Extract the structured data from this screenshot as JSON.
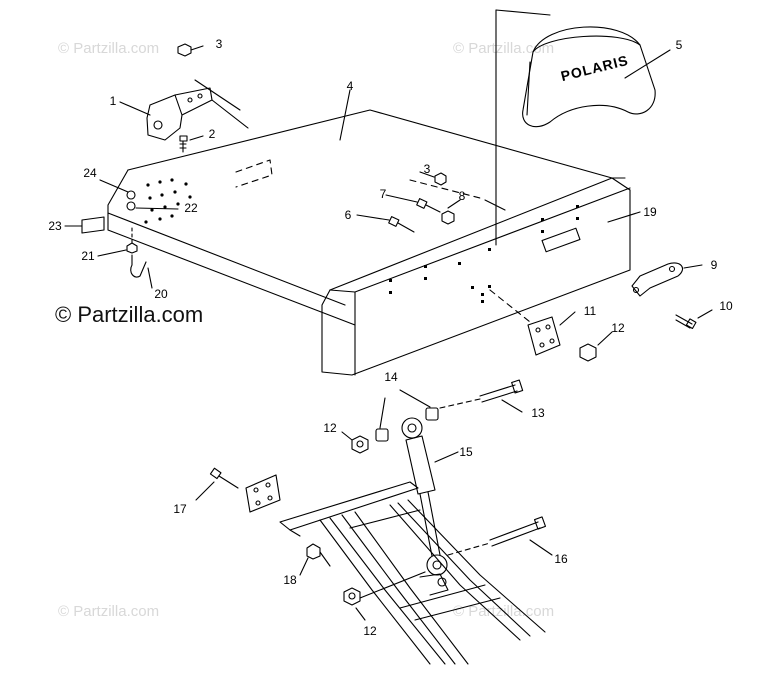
{
  "watermarks": {
    "main": "© Partzilla.com",
    "faint": [
      "© Partzilla.com",
      "© Partzilla.com",
      "© Partzilla.com",
      "© Partzilla.com"
    ]
  },
  "seat_back_logo": "POLARIS",
  "callouts": [
    {
      "id": "c1",
      "label": "1"
    },
    {
      "id": "c2",
      "label": "2"
    },
    {
      "id": "c3a",
      "label": "3"
    },
    {
      "id": "c3b",
      "label": "3"
    },
    {
      "id": "c4",
      "label": "4"
    },
    {
      "id": "c5",
      "label": "5"
    },
    {
      "id": "c6",
      "label": "6"
    },
    {
      "id": "c7",
      "label": "7"
    },
    {
      "id": "c8",
      "label": "8"
    },
    {
      "id": "c9",
      "label": "9"
    },
    {
      "id": "c10",
      "label": "10"
    },
    {
      "id": "c11",
      "label": "11"
    },
    {
      "id": "c12a",
      "label": "12"
    },
    {
      "id": "c12b",
      "label": "12"
    },
    {
      "id": "c12c",
      "label": "12"
    },
    {
      "id": "c13",
      "label": "13"
    },
    {
      "id": "c14",
      "label": "14"
    },
    {
      "id": "c15",
      "label": "15"
    },
    {
      "id": "c16",
      "label": "16"
    },
    {
      "id": "c17",
      "label": "17"
    },
    {
      "id": "c18",
      "label": "18"
    },
    {
      "id": "c19",
      "label": "19"
    },
    {
      "id": "c20",
      "label": "20"
    },
    {
      "id": "c21",
      "label": "21"
    },
    {
      "id": "c22",
      "label": "22"
    },
    {
      "id": "c23",
      "label": "23"
    },
    {
      "id": "c24",
      "label": "24"
    }
  ],
  "colors": {
    "line": "#000000",
    "watermark": "#d8d8d8",
    "background": "#ffffff"
  }
}
